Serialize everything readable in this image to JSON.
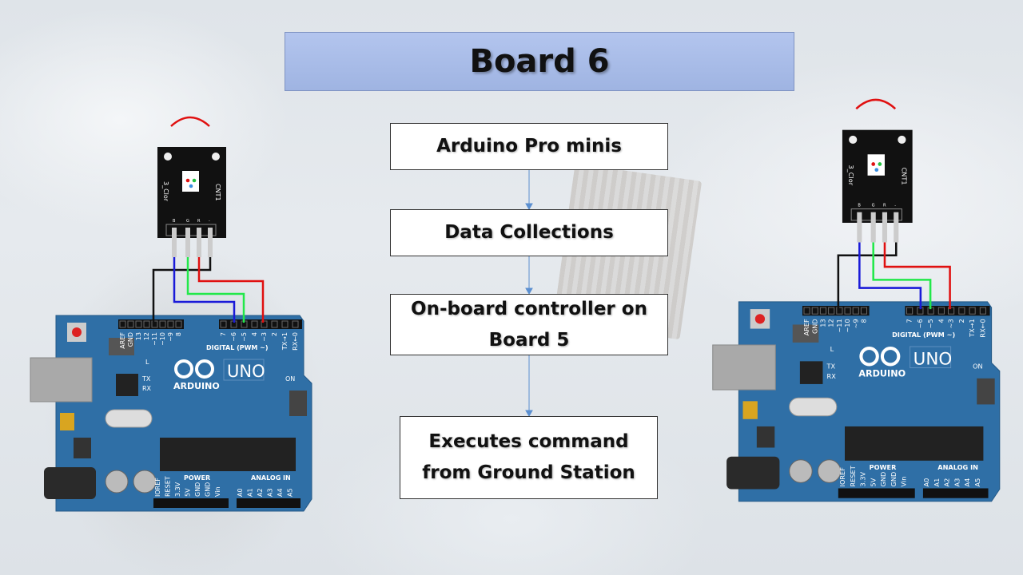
{
  "title": "Board 6",
  "flow": [
    {
      "label": "Arduino Pro minis"
    },
    {
      "label": "Data Collections"
    },
    {
      "label": "On-board controller on Board 5"
    },
    {
      "label": "Executes command from Ground Station"
    }
  ],
  "board": {
    "logo": "ARDUINO",
    "model": "UNO",
    "digital_label": "DIGITAL (PWM ~)",
    "power_label": "POWER",
    "analog_label": "ANALOG IN",
    "led_l": "L",
    "led_tx": "TX",
    "led_rx": "RX",
    "led_on": "ON",
    "digital_pins": [
      "AREF",
      "GND",
      "13",
      "12",
      "~11",
      "~10",
      "~9",
      "8",
      "7",
      "~6",
      "~5",
      "4",
      "~3",
      "2",
      "TX→1",
      "RX←0"
    ],
    "power_pins": [
      "IOREF",
      "RESET",
      "3.3V",
      "5V",
      "GND",
      "GND",
      "Vin"
    ],
    "analog_pins": [
      "A0",
      "A1",
      "A2",
      "A3",
      "A4",
      "A5"
    ],
    "board_color": "#2f6fa6"
  },
  "sensor": {
    "name": "3_Clor",
    "ref": "CNT1",
    "pins": [
      "B",
      "G",
      "R",
      "-"
    ]
  },
  "wire_colors": {
    "black": "#111111",
    "blue": "#1a1ad8",
    "green": "#22e84a",
    "red": "#e01010"
  }
}
